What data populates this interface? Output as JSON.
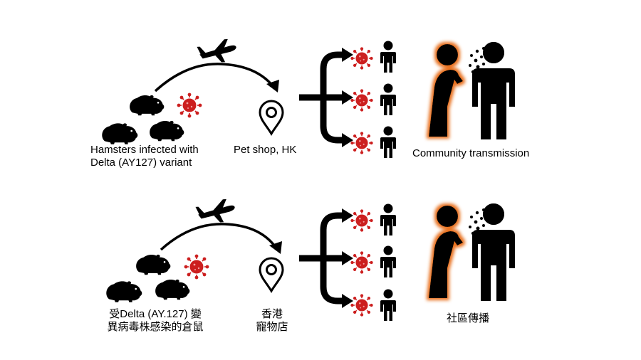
{
  "panels": [
    {
      "id": "en",
      "source_label": [
        "Hamsters infected with",
        "Delta (AY127)  variant"
      ],
      "destination_label": "Pet shop, HK",
      "outcome_label": "Community transmission"
    },
    {
      "id": "zh",
      "source_label": [
        "受Delta (AY.127) 變",
        "異病毒株感染的倉鼠"
      ],
      "destination_label": [
        "香港",
        "寵物店"
      ],
      "outcome_label": "社區傳播"
    }
  ],
  "colors": {
    "virus": "#cc1f1f",
    "silhouette": "#000000",
    "infected_glow": "#e8701e",
    "background": "#ffffff"
  },
  "icons": [
    "hamster-icon",
    "virus-icon",
    "airplane-icon",
    "location-pin-icon",
    "person-icon",
    "sneeze-person-icon"
  ]
}
